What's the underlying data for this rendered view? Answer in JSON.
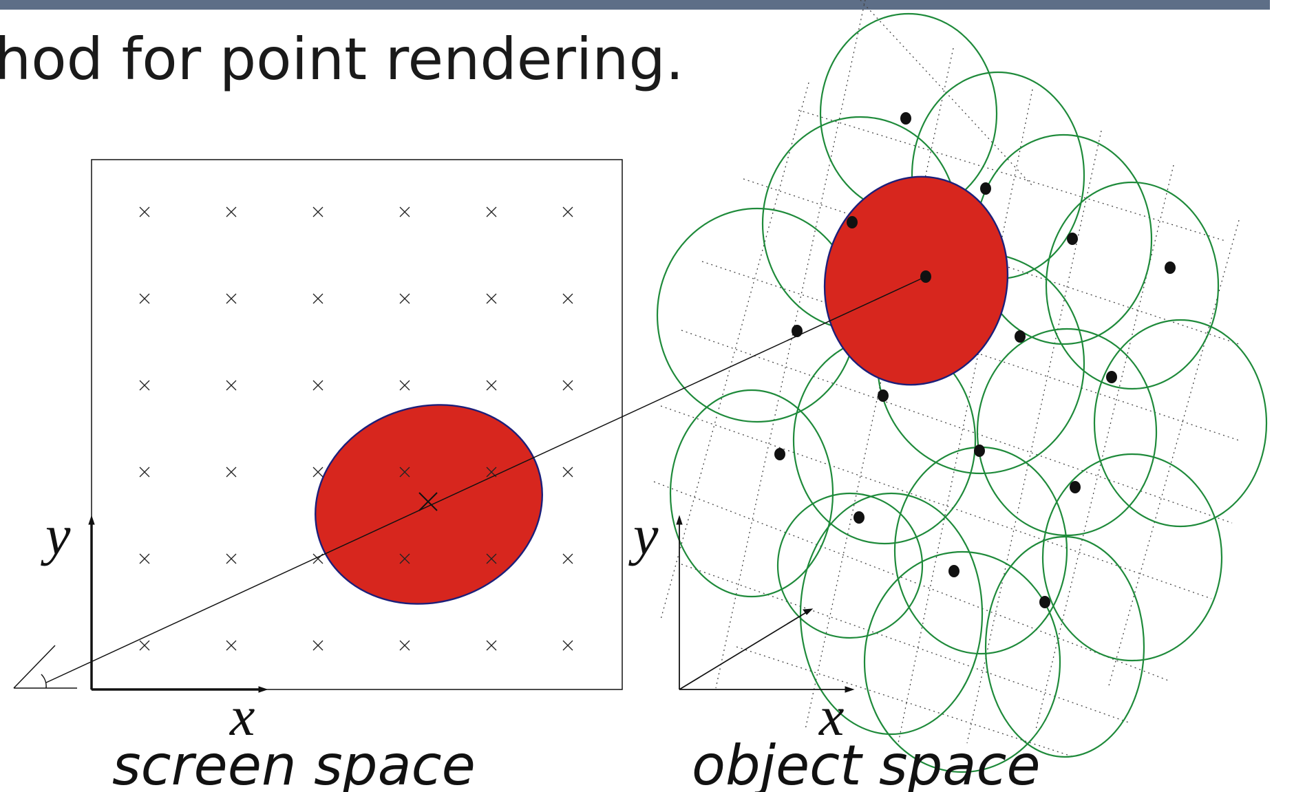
{
  "slide": {
    "top_bar_color": "#5d6e87",
    "title_fragment": "hod for point rendering."
  },
  "screen_space": {
    "caption": "screen space",
    "x_axis_label": "x",
    "y_axis_label": "y",
    "sample_marker": "×",
    "grid_rows": 6,
    "grid_cols": 6
  },
  "object_space": {
    "caption": "object space",
    "x_axis_label": "x",
    "y_axis_label": "y"
  },
  "colors": {
    "splat_fill": "#d7261e",
    "splat_stroke": "#1c1f7a",
    "surfel_stroke": "#1e8a3a",
    "point": "#111111",
    "line": "#111111",
    "grid_dotted": "#444444"
  },
  "icons": {
    "eye": "eye-icon",
    "sample": "sample-cross-icon"
  }
}
